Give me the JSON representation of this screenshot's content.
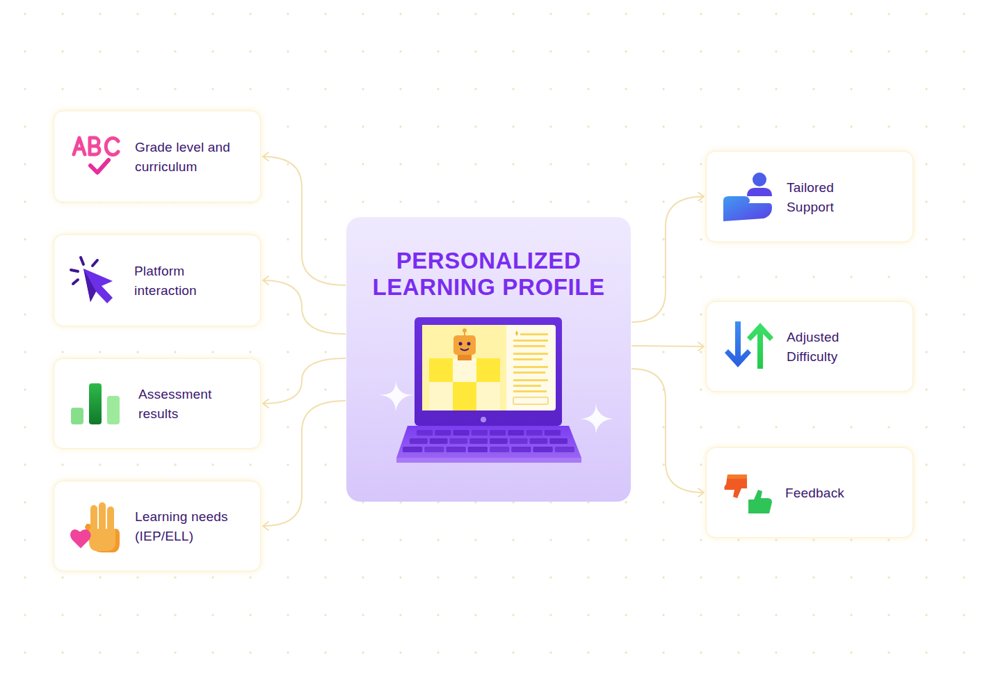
{
  "diagram": {
    "nodes": [
      {
        "text": [
          "PERSONALIZED LEARNING PROFILE"
        ]
      },
      {
        "text": [
          "Grade level and curriculum"
        ]
      },
      {
        "text": [
          "Platform interaction"
        ]
      },
      {
        "text": [
          "Assessment results"
        ]
      },
      {
        "text": [
          "Learning needs (IEP/ELL)"
        ]
      },
      {
        "text": [
          "Tailored Support"
        ]
      },
      {
        "text": [
          "Adjusted Difficulty"
        ]
      },
      {
        "text": [
          "Feedback"
        ]
      }
    ],
    "edges": [
      {
        "from": 0,
        "to": 1,
        "arrow": "to"
      },
      {
        "from": 0,
        "to": 2,
        "arrow": "to"
      },
      {
        "from": 0,
        "to": 3,
        "arrow": "to"
      },
      {
        "from": 0,
        "to": 4,
        "arrow": "to"
      },
      {
        "from": 0,
        "to": 5,
        "arrow": "to"
      },
      {
        "from": 0,
        "to": 6,
        "arrow": "to"
      },
      {
        "from": 0,
        "to": 7,
        "arrow": "to"
      }
    ]
  }
}
